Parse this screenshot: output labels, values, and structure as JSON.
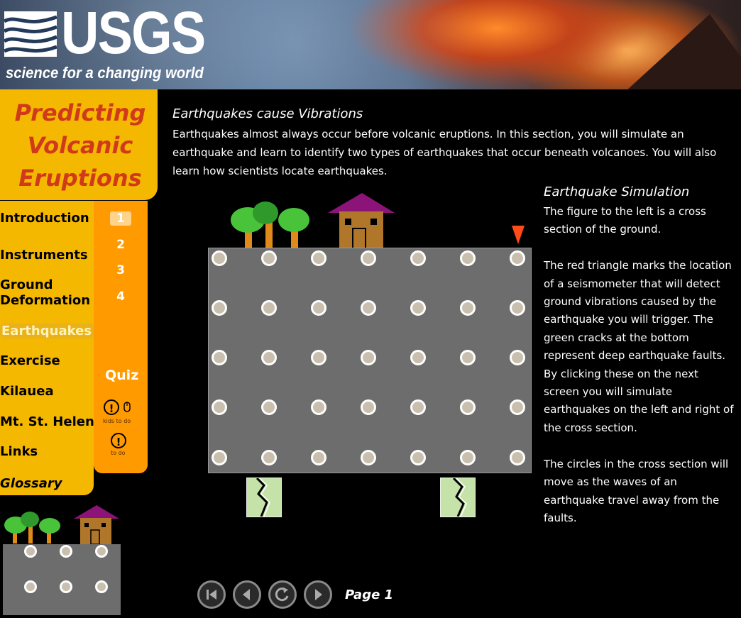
{
  "header": {
    "logo_text": "USGS",
    "tagline": "science for a changing world"
  },
  "title": {
    "line1": "Predicting",
    "line2": "Volcanic",
    "line3": "Eruptions"
  },
  "nav": {
    "items": [
      {
        "label": "Introduction"
      },
      {
        "label": "Instruments"
      },
      {
        "label": "Ground"
      },
      {
        "label": "Deformation"
      },
      {
        "label": "Earthquakes"
      },
      {
        "label": "Exercise"
      },
      {
        "label": "Kilauea"
      },
      {
        "label": "Mt. St. Helens"
      },
      {
        "label": "Links"
      },
      {
        "label": "Glossary"
      }
    ],
    "active": "Earthquakes"
  },
  "subnav": {
    "pages": [
      "1",
      "2",
      "3",
      "4"
    ],
    "current": "1",
    "quiz_label": "Quiz",
    "icon1_mark": "!",
    "icon1_label": "kids to do",
    "icon2_mark": "!",
    "icon2_label": "to do"
  },
  "content": {
    "heading": "Earthquakes cause Vibrations",
    "body": "Earthquakes almost always occur before volcanic eruptions. In this section, you will simulate an earthquake and learn to identify two types of earthquakes that occur beneath volcanoes. You will also learn how scientists locate earthquakes."
  },
  "sidebar": {
    "heading": "Earthquake Simulation",
    "body": "The figure to the left is a cross section of the ground.\n\nThe red triangle marks the location of a seismometer that will detect ground vibrations caused by the earthquake you will trigger. The green cracks at the bottom represent deep earthquake faults. By clicking these on the next screen you will simulate earthquakes on the left and right of the cross section.\n\nThe circles in the cross section will move as the waves of an earthquake travel away from the faults."
  },
  "footer": {
    "page_label": "Page 1",
    "controls": [
      "first-page",
      "previous-page",
      "replay",
      "next-page"
    ]
  },
  "colors": {
    "title_bg": "#f5b800",
    "title_text": "#d03a1a",
    "subnav_bg": "#ff9a00",
    "ground": "#6d6d6d",
    "seismometer": "#ff4a1a",
    "fault": "#c5e3a9"
  }
}
